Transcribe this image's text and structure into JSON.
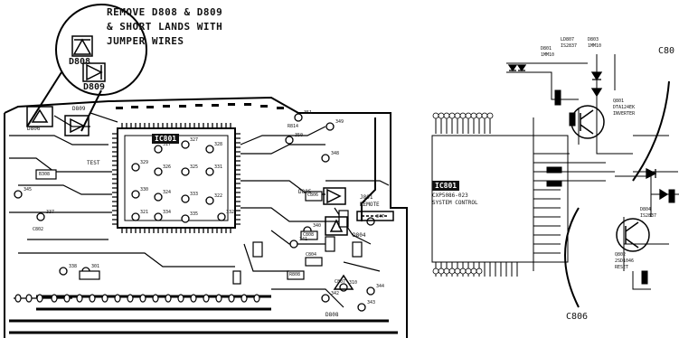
{
  "callout": {
    "line1": "REMOVE D808 & D809",
    "line2": "& SHORT LANDS WITH",
    "line3": "JUMPER WIRES",
    "d808": "D808",
    "d809": "D809"
  },
  "left_board": {
    "labels": {
      "d806": "D806",
      "d809": "D809",
      "d805": "D805",
      "d804": "D804",
      "d808": "D808",
      "j801": "J801",
      "remote": "REMOTE",
      "test": "TEST",
      "b308": "B308",
      "c806": "C806",
      "c802": "C802",
      "c804": "C804",
      "c807": "C807",
      "c808": "C808",
      "r808": "R808",
      "r814": "R814",
      "ic_mark": "IC801"
    },
    "test_points": [
      "317",
      "327",
      "328",
      "329",
      "326",
      "325",
      "331",
      "330",
      "324",
      "333",
      "322",
      "321",
      "334",
      "335",
      "332",
      "351",
      "350",
      "349",
      "348",
      "340",
      "347",
      "341",
      "342",
      "343",
      "344",
      "345",
      "337",
      "338",
      "301",
      "310"
    ]
  },
  "right_schematic": {
    "ic_tag": "IC801",
    "ic_part": "CXP5086-023",
    "ic_name": "SYSTEM CONTROL",
    "d801": "D801",
    "d801_type": "1MM10",
    "d807": "LD807",
    "d807_type": "IS2837",
    "d803": "D803",
    "d803_type": "1MM10",
    "q801": "Q801",
    "q801_type": "DTA124EK",
    "q801_func": "INVERTER",
    "d804": "D804",
    "d804_type": "IS2837",
    "q802": "Q802",
    "q802_type": "2SD1046",
    "q802_func": "RESET",
    "c806": "C806",
    "c80x": "C80"
  }
}
